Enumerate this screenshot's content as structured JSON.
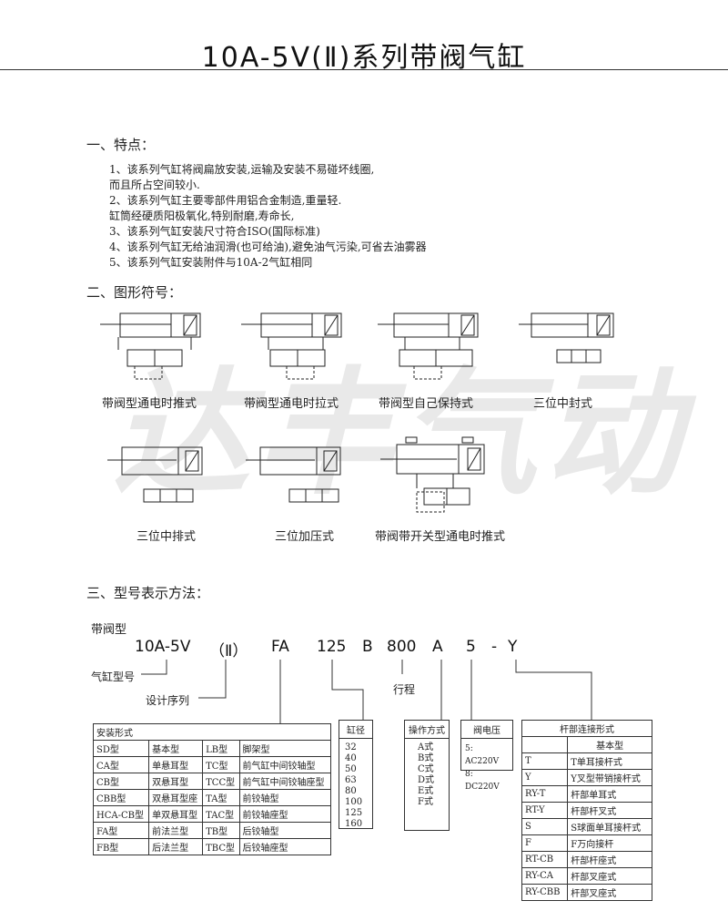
{
  "title": "10A-5V(Ⅱ)系列带阀气缸",
  "watermark": "达丰气动",
  "features": {
    "heading": "一、特点：",
    "items": [
      "1、该系列气缸将阀扁放安装,运输及安装不易碰坏线圈,",
      "而且所占空间较小.",
      "2、该系列气缸主要零部件用铝合金制造,重量轻.",
      "缸筒经硬质阳极氧化,特别耐磨,寿命长,",
      "3、该系列气缸安装尺寸符合ISO(国际标准)",
      "4、该系列气缸无给油润滑(也可给油),避免油气污染,可省去油雾器",
      "5、该系列气缸安装附件与10A-2气缸相同"
    ]
  },
  "symbols": {
    "heading": "二、图形符号：",
    "captions": [
      "带阀型通电时推式",
      "带阀型通电时拉式",
      "带阀型自己保持式",
      "三位中封式",
      "三位中排式",
      "三位加压式",
      "带阀带开关型通电时推式"
    ]
  },
  "model": {
    "heading": "三、型号表示方法：",
    "prefix": "带阀型",
    "parts": [
      "10A-5V",
      "（Ⅱ）",
      "FA",
      "125",
      "B",
      "800",
      "A",
      "5",
      "-",
      "Y"
    ],
    "labels": {
      "cylinder_model": "气缸型号",
      "design_series": "设计序列",
      "stroke": "行程"
    }
  },
  "mount_table": {
    "header": "安装形式",
    "rows": [
      [
        "SD型",
        "基本型",
        "LB型",
        "脚架型"
      ],
      [
        "CA型",
        "单悬耳型",
        "TC型",
        "前气缸中间铰轴型"
      ],
      [
        "CB型",
        "双悬耳型",
        "TCC型",
        "前气缸中间铰轴座型"
      ],
      [
        "CBB型",
        "双悬耳型座",
        "TA型",
        "前铰轴型"
      ],
      [
        "HCA-CB型",
        "单双悬耳型",
        "TAC型",
        "前铰轴座型"
      ],
      [
        "FA型",
        "前法兰型",
        "TB型",
        "后铰轴型"
      ],
      [
        "FB型",
        "后法兰型",
        "TBC型",
        "后铰轴座型"
      ]
    ]
  },
  "bore": {
    "header": "缸径",
    "values": [
      "32",
      "40",
      "50",
      "63",
      "80",
      "100",
      "125",
      "160"
    ]
  },
  "operation": {
    "header": "操作方式",
    "values": [
      "A式",
      "B式",
      "C式",
      "D式",
      "E式",
      "F式"
    ]
  },
  "voltage": {
    "header": "阀电压",
    "values": [
      "5: AC220V",
      "8: DC220V"
    ]
  },
  "rod": {
    "header": "杆部连接形式",
    "rows": [
      [
        "",
        "基本型"
      ],
      [
        "T",
        "T单耳接杆式"
      ],
      [
        "Y",
        "Y叉型带销接杆式"
      ],
      [
        "RY-T",
        "杆部单耳式"
      ],
      [
        "RT-Y",
        "杆部杆叉式"
      ],
      [
        "S",
        "S球面单耳接杆式"
      ],
      [
        "F",
        "F万向接杆"
      ],
      [
        "RT-CB",
        "杆部杆座式"
      ],
      [
        "RY-CA",
        "杆部叉座式"
      ],
      [
        "RY-CBB",
        "杆部叉座式"
      ]
    ]
  }
}
